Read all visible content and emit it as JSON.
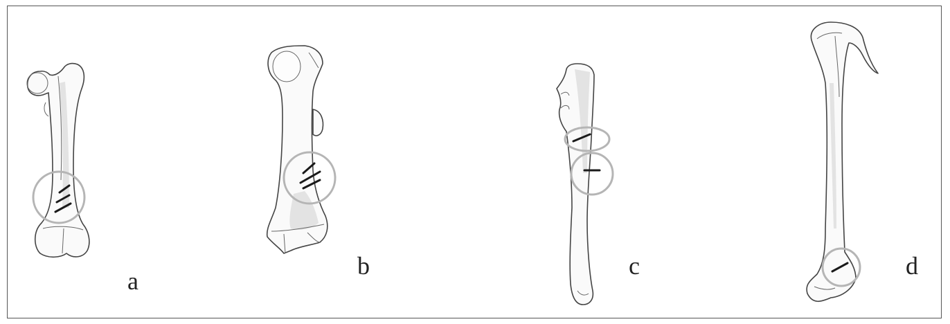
{
  "figure": {
    "panels": [
      {
        "id": "a",
        "label": "a",
        "bone_icon": "femur-icon",
        "cut_marks": 3
      },
      {
        "id": "b",
        "label": "b",
        "bone_icon": "humerus-icon",
        "cut_marks": 2
      },
      {
        "id": "c",
        "label": "c",
        "bone_icon": "ulna-icon",
        "cut_marks": 2
      },
      {
        "id": "d",
        "label": "d",
        "bone_icon": "curved-bone-icon",
        "cut_marks": 1
      }
    ],
    "colors": {
      "outline": "#444444",
      "highlight_circle": "#b5b5b5",
      "cut_mark": "#1a1a1a"
    }
  }
}
